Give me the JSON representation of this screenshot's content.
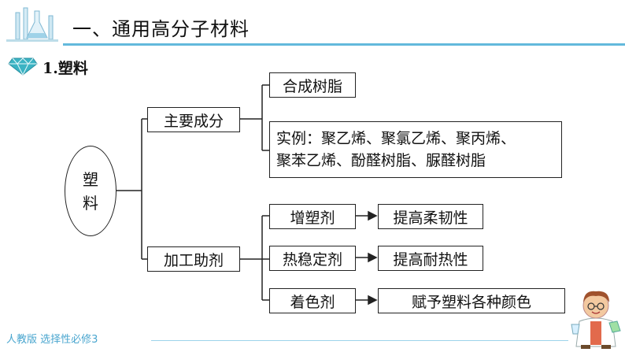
{
  "header": {
    "title": "一、通用高分子材料"
  },
  "section": {
    "label": "1.塑料"
  },
  "diagram": {
    "root": [
      "塑",
      "料"
    ],
    "branches": [
      {
        "label": "主要成分",
        "children": [
          {
            "lines": [
              "合成树脂"
            ]
          },
          {
            "lines": [
              "实例：聚乙烯、聚氯乙烯、聚丙烯、",
              "聚苯乙烯、酚醛树脂、脲醛树脂"
            ]
          }
        ]
      },
      {
        "label": "加工助剂",
        "children": [
          {
            "name": "增塑剂",
            "effect": "提高柔韧性"
          },
          {
            "name": "热稳定剂",
            "effect": "提高耐热性"
          },
          {
            "name": "着色剂",
            "effect": "赋予塑料各种颜色"
          }
        ]
      }
    ]
  },
  "footer": {
    "text": "人教版 选择性必修3"
  },
  "colors": {
    "accent": "#63b9dc",
    "footer_text": "#4aa6cf",
    "gem": "#3bb3c3"
  },
  "icons": {
    "logo": "lab-glassware-icon",
    "bullet": "diamond-gem-icon",
    "mascot": "scientist-mascot-icon"
  }
}
